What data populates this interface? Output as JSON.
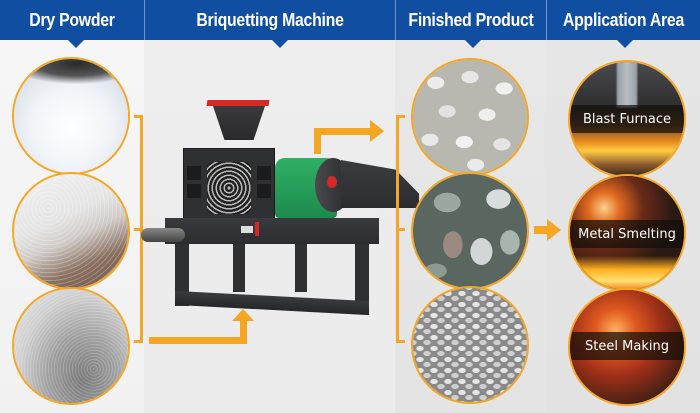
{
  "header": {
    "columns": [
      {
        "label": "Dry Powder"
      },
      {
        "label": "Briquetting Machine"
      },
      {
        "label": "Finished Product"
      },
      {
        "label": "Application Area"
      }
    ],
    "color": "#0f4ea0"
  },
  "dry_powder": {
    "images": [
      {
        "name": "white-powder-fine"
      },
      {
        "name": "white-brown-powder"
      },
      {
        "name": "grey-powder"
      }
    ]
  },
  "machine": {
    "name": "ball-briquetting-machine"
  },
  "finished_product": {
    "images": [
      {
        "name": "white-briquettes"
      },
      {
        "name": "grey-oval-briquettes"
      },
      {
        "name": "silver-small-briquettes"
      }
    ]
  },
  "application_area": {
    "items": [
      {
        "label": "Blast Furnace"
      },
      {
        "label": "Metal Smelting"
      },
      {
        "label": "Steel Making"
      }
    ]
  },
  "accent_color": "#f5a623"
}
